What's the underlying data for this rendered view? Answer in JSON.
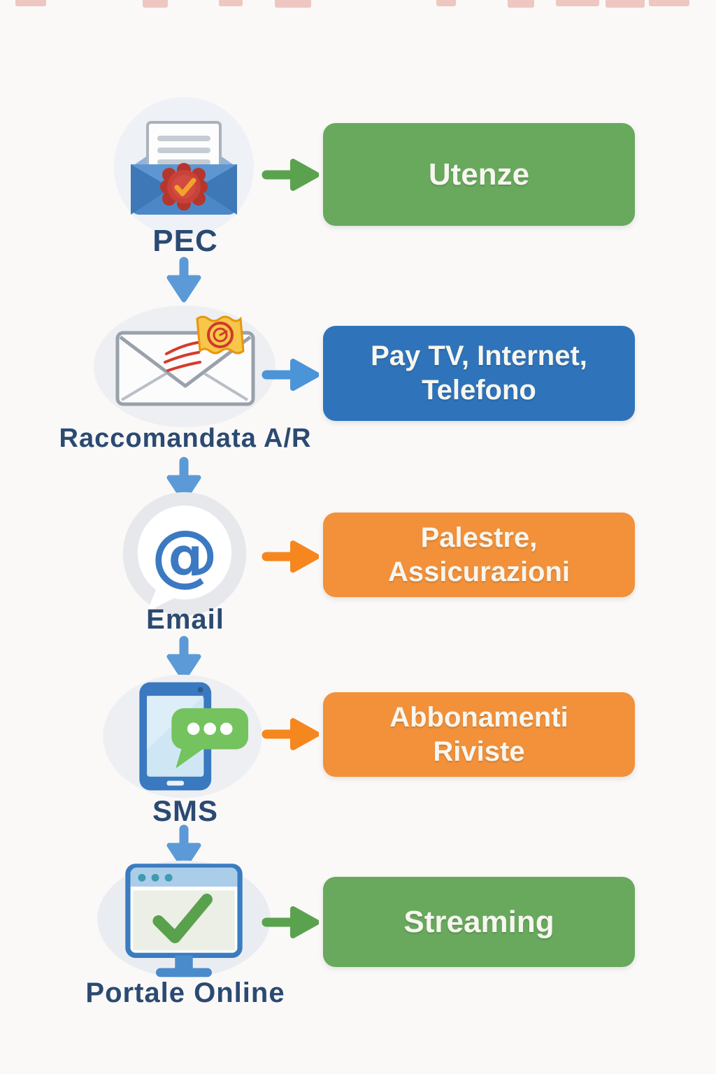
{
  "diagram": {
    "type": "flowchart",
    "language": "Italian",
    "description": "Communication channels mapped to service/subscription categories",
    "background_color": "#faf9f8",
    "label_color": "#2b4a72",
    "connector_arrow_color": "#5b9ad6",
    "rows": [
      {
        "channel": "PEC",
        "icon": "certified-email-seal-icon",
        "category": "Utenze",
        "lines": [
          "Utenze",
          ""
        ],
        "box_color": "#68a95e",
        "arrow_color": "#5ba24f"
      },
      {
        "channel": "Raccomandata A/R",
        "icon": "registered-mail-envelope-icon",
        "category": "Pay TV, Internet, Telefono",
        "lines": [
          "Pay TV, Internet,",
          "Telefono"
        ],
        "box_color": "#2f74ba",
        "arrow_color": "#4b94d8"
      },
      {
        "channel": "Email",
        "icon": "email-at-bubble-icon",
        "category": "Palestre, Assicurazioni",
        "lines": [
          "Palestre,",
          "Assicurazioni"
        ],
        "box_color": "#f2913a",
        "arrow_color": "#f5871e"
      },
      {
        "channel": "SMS",
        "icon": "sms-phone-chat-icon",
        "category": "Abbonamenti Riviste",
        "lines": [
          "Abbonamenti",
          "Riviste"
        ],
        "box_color": "#f2913a",
        "arrow_color": "#f5871e"
      },
      {
        "channel": "Portale Online",
        "icon": "online-portal-browser-check-icon",
        "category": "Streaming",
        "lines": [
          "Streaming",
          ""
        ],
        "box_color": "#68a95e",
        "arrow_color": "#5ba24f"
      }
    ],
    "flow_order": [
      "PEC",
      "Raccomandata A/R",
      "Email",
      "SMS",
      "Portale Online"
    ]
  }
}
